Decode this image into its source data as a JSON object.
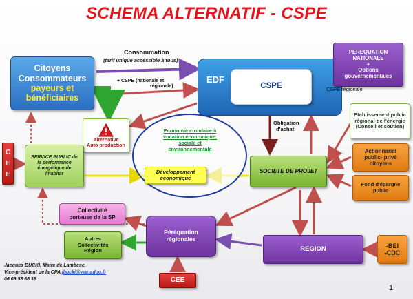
{
  "title": "SCHEMA ALTERNATIF - CSPE",
  "citoyens": {
    "line1": "Citoyens",
    "line2": "Consommateurs",
    "line3": "payeurs et",
    "line4": "bénéficiaires"
  },
  "edf": {
    "label": "EDF",
    "cspe": "CSPE"
  },
  "consommation": {
    "label": "Consommation",
    "tarif": "(tarif  unique accessible à tous)"
  },
  "cspe_nationale": {
    "line1": "+ CSPE (nationale et",
    "line2": "régionale)"
  },
  "perequation_nationale": {
    "line1": "PEREQUATION",
    "line2": "NATIONALE",
    "line3": "+",
    "line4": "Options",
    "line5": "gouvernementales"
  },
  "cspe_regionale": "CSPE régionale",
  "etablissement": {
    "line1": "Etablissement public",
    "line2": "régional de l'énergie",
    "line3": "(Conseil et soutien)"
  },
  "actionnariat": {
    "line1": "Actionnariat",
    "line2": "public- privé",
    "line3": "citoyens"
  },
  "fond": {
    "line1": "Fond d'épargne",
    "line2": "public"
  },
  "bei": {
    "line1": "-BEI",
    "line2": "-CDC"
  },
  "obligation": {
    "line1": "Obligation",
    "line2": "d'achat"
  },
  "alternative": {
    "line1": "Alternative",
    "line2": "Auto production"
  },
  "cee_left": [
    "C",
    "E",
    "E"
  ],
  "service_public": {
    "line1": "SERVICE PUBLIC de",
    "line2": "la performance",
    "line3": "énergétique de",
    "line4": "l'habitat"
  },
  "economie": {
    "line1": "Economie circulaire à",
    "line2": "vocation économique,",
    "line3": "sociale et",
    "line4": "environnementale"
  },
  "developpement": {
    "line1": "Développement",
    "line2": "économique"
  },
  "societe": "SOCIETE DE PROJET",
  "collectivite": {
    "line1": "Collectivité",
    "line2": "porteuse de la SP"
  },
  "autres": {
    "line1": "Autres",
    "line2": "Collectivités",
    "line3": "Région"
  },
  "perequation_regionale": {
    "line1": "Péréquation",
    "line2": "régionales"
  },
  "region": "REGION",
  "cee_bottom": "CEE",
  "footer": {
    "line1": "Jacques BUCKI, Maire de Lambesc,",
    "line2_a": "Vice-président de la CPA  ",
    "line2_email": "jbucki@wanadoo.fr",
    "line3": "06 09 53 86 36"
  },
  "page_number": "1",
  "colors": {
    "title": "#e3141b",
    "blue": "#2b6fc0",
    "purple": "#6e339e",
    "green": "#78b431",
    "orange": "#e07a10",
    "red": "#b81b18",
    "arrow_red": "#c0504d",
    "arrow_purple": "#7b4fb0",
    "arrow_green": "#2fa52f",
    "arrow_yellow": "#f2e600"
  }
}
